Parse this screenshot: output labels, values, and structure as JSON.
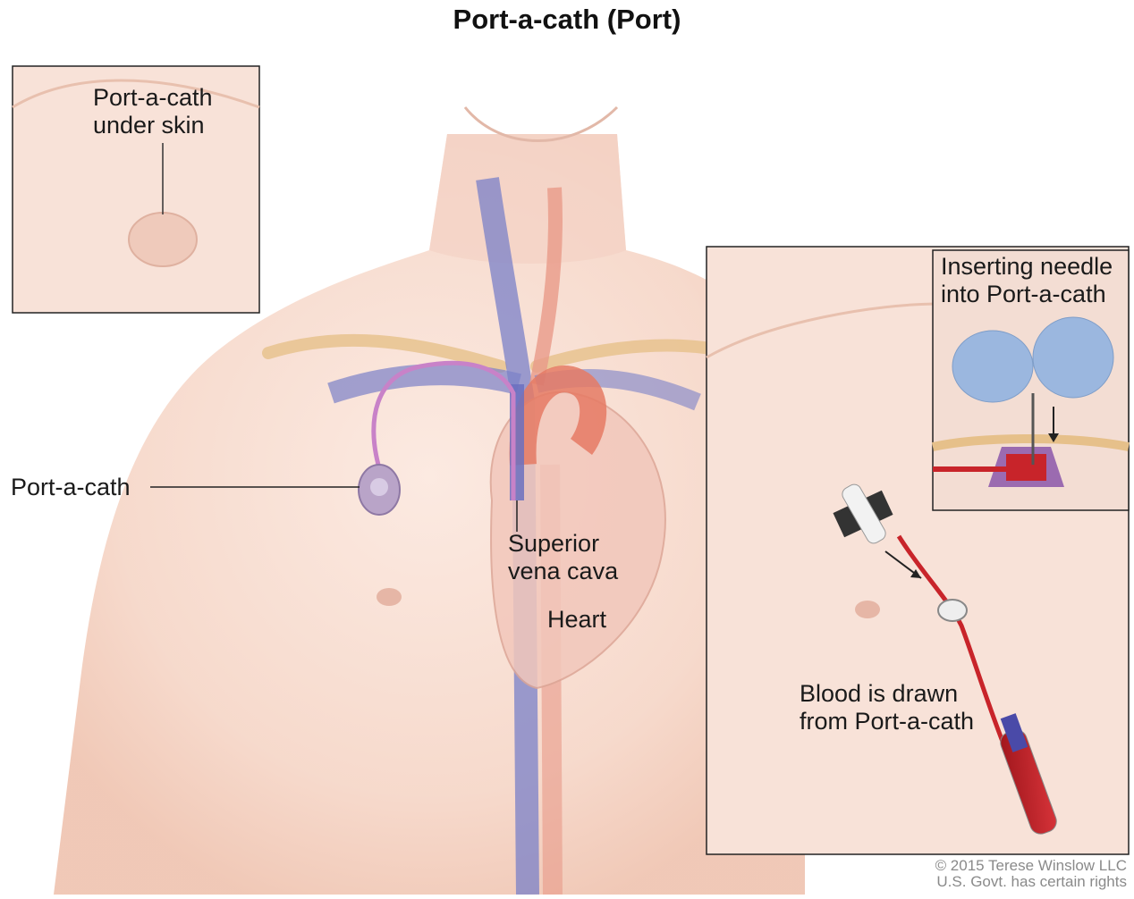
{
  "title": "Port-a-cath (Port)",
  "labels": {
    "port_under_skin": "Port-a-cath\nunder skin",
    "port": "Port-a-cath",
    "svc": "Superior\nvena cava",
    "heart": "Heart",
    "inserting_needle": "Inserting needle\ninto Port-a-cath",
    "blood_drawn": "Blood is drawn\nfrom Port-a-cath"
  },
  "credit": "© 2015 Terese Winslow LLC\nU.S. Govt. has certain rights",
  "colors": {
    "skin": "#f7dcd0",
    "skin_shadow": "#e9bba9",
    "vein": "#7a80c8",
    "artery": "#e89a88",
    "catheter": "#c882c8",
    "blood": "#c8242a",
    "glove": "#9bb7df",
    "port_base": "#9b6bb0"
  }
}
